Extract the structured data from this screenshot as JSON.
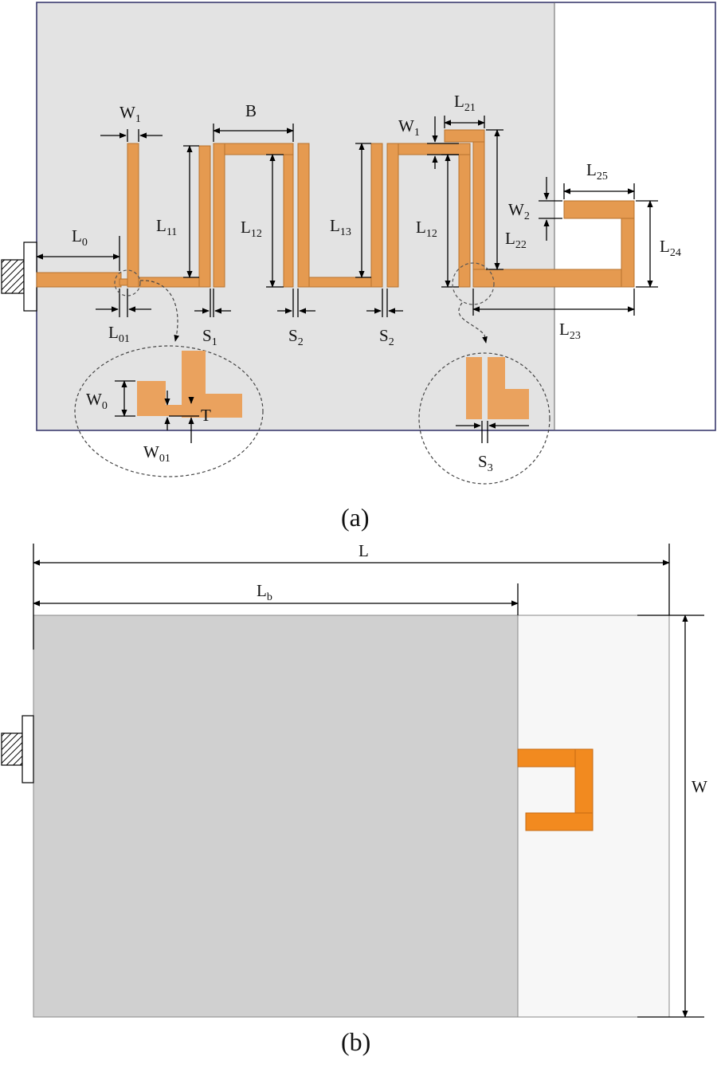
{
  "figure": {
    "a": {
      "caption": "(a)",
      "labels": {
        "W1_top": {
          "main": "W",
          "sub": "1"
        },
        "B": {
          "main": "B",
          "sub": ""
        },
        "W1_right": {
          "main": "W",
          "sub": "1"
        },
        "L21": {
          "main": "L",
          "sub": "21"
        },
        "L25": {
          "main": "L",
          "sub": "25"
        },
        "W2": {
          "main": "W",
          "sub": "2"
        },
        "L0": {
          "main": "L",
          "sub": "0"
        },
        "L11": {
          "main": "L",
          "sub": "11"
        },
        "L12_a": {
          "main": "L",
          "sub": "12"
        },
        "L13": {
          "main": "L",
          "sub": "13"
        },
        "L12_b": {
          "main": "L",
          "sub": "12"
        },
        "L22": {
          "main": "L",
          "sub": "22"
        },
        "L24": {
          "main": "L",
          "sub": "24"
        },
        "L01": {
          "main": "L",
          "sub": "01"
        },
        "S1": {
          "main": "S",
          "sub": "1"
        },
        "S2_a": {
          "main": "S",
          "sub": "2"
        },
        "S2_b": {
          "main": "S",
          "sub": "2"
        },
        "L23": {
          "main": "L",
          "sub": "23"
        },
        "W0": {
          "main": "W",
          "sub": "0"
        },
        "T": {
          "main": "T",
          "sub": ""
        },
        "W01": {
          "main": "W",
          "sub": "01"
        },
        "S3": {
          "main": "S",
          "sub": "3"
        }
      }
    },
    "b": {
      "caption": "(b)",
      "labels": {
        "L": {
          "main": "L",
          "sub": ""
        },
        "Lb": {
          "main": "L",
          "sub": "b"
        },
        "W": {
          "main": "W",
          "sub": ""
        }
      }
    },
    "colors": {
      "ground": "#e3e3e3",
      "ground_b": "#d0d0d0",
      "substrate_b": "#f7f7f7",
      "trace": "#e59a50",
      "trace_b": "#f28a1f",
      "board_outline": "#3b3b6e"
    }
  }
}
